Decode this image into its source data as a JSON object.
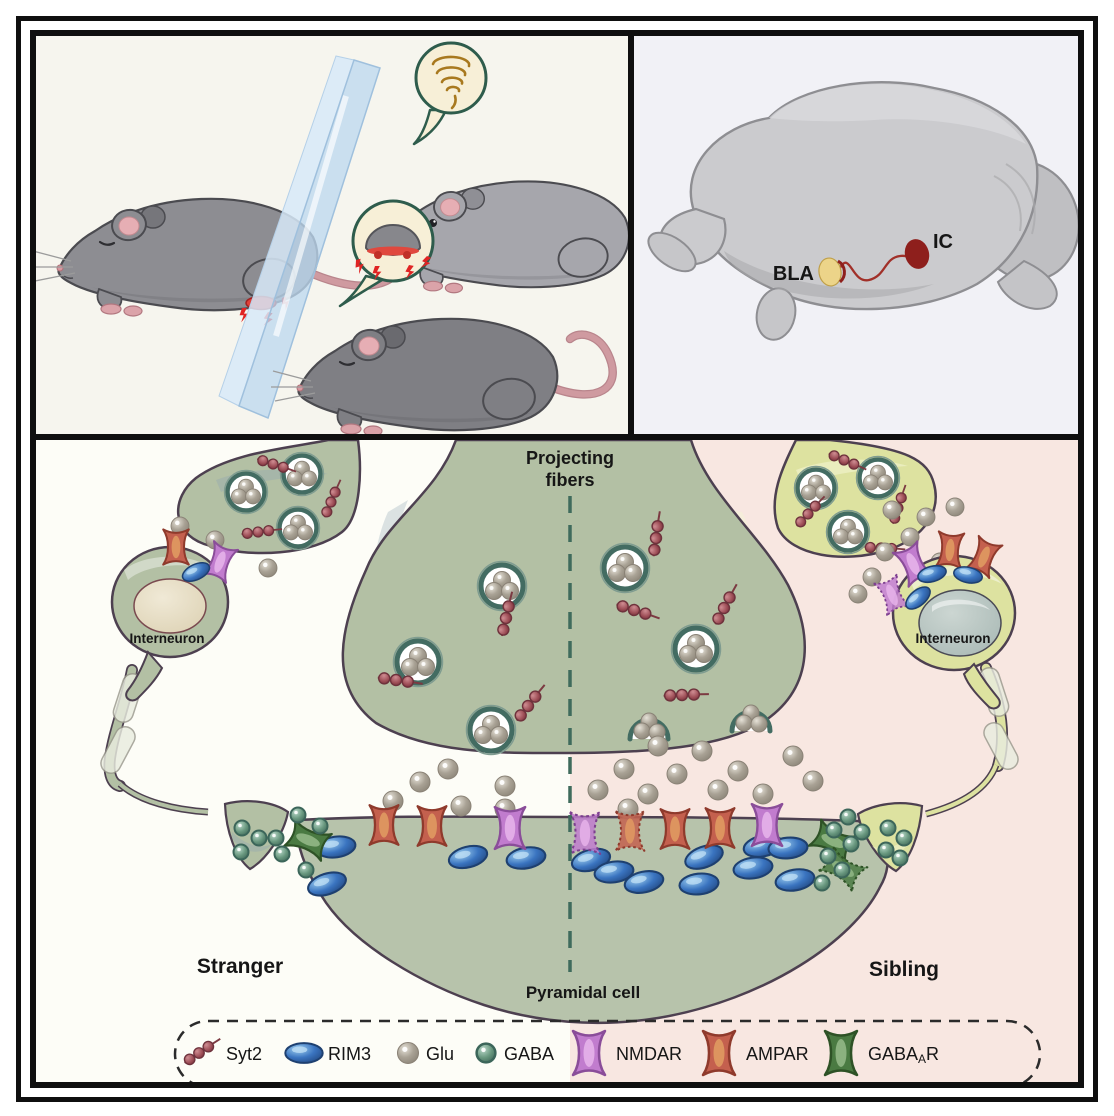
{
  "colors": {
    "frame": "#0f0f0f",
    "behavior_bg": "#f6f5ee",
    "brain_bg": "#f1f1f6",
    "stranger_bg": "#fdfdf7",
    "sibling_bg": "#f8e7e1",
    "terminal_green": "#b3c0a4",
    "terminal_yellow": "#dde2a0",
    "pyramidal_green": "#b7c3ab",
    "pyramidal_yellow": "#dce2a2",
    "vesicle_ring": "#436c62",
    "divider_dash": "#3f6b5c",
    "glu": "#a9a295",
    "gaba": "#69987f",
    "syt2": "#9c4c55",
    "rim3": "#3a74c0",
    "nmdar": "#c17cce",
    "ampar": "#c4604e",
    "gabaar": "#4a7a42",
    "bla_marker": "#ecd489",
    "ic_marker": "#8e1f1c",
    "pathway": "#a13029",
    "mouse_fur": "#8d8d92",
    "pain_red": "#e02424",
    "glass_blue": "#cfe2f4",
    "bubble_fill": "#f7efd7",
    "bubble_stroke": "#2e5c4c"
  },
  "brain_panel": {
    "bla_label": "BLA",
    "ic_label": "IC"
  },
  "synapse_panel": {
    "projecting_fibers_line1": "Projecting",
    "projecting_fibers_line2": "fibers",
    "interneuron_left_label": "Interneuron",
    "interneuron_right_label": "Interneuron",
    "pyramidal_cell_label": "Pyramidal cell",
    "stranger_label": "Stranger",
    "sibling_label": "Sibling",
    "legend": {
      "items": [
        {
          "label": "Syt2",
          "icon": "syt2-bead-chain-icon"
        },
        {
          "label": "RIM3",
          "icon": "rim3-oval-icon"
        },
        {
          "label": "Glu",
          "icon": "glu-sphere-icon"
        },
        {
          "label": "GABA",
          "icon": "gaba-sphere-icon"
        },
        {
          "label": "NMDAR",
          "icon": "nmdar-receptor-icon"
        },
        {
          "label": "AMPAR",
          "icon": "ampar-receptor-icon"
        },
        {
          "label_pre": "GABA",
          "label_sub": "A",
          "label_post": "R",
          "icon": "gabaa-receptor-icon"
        }
      ]
    }
  }
}
